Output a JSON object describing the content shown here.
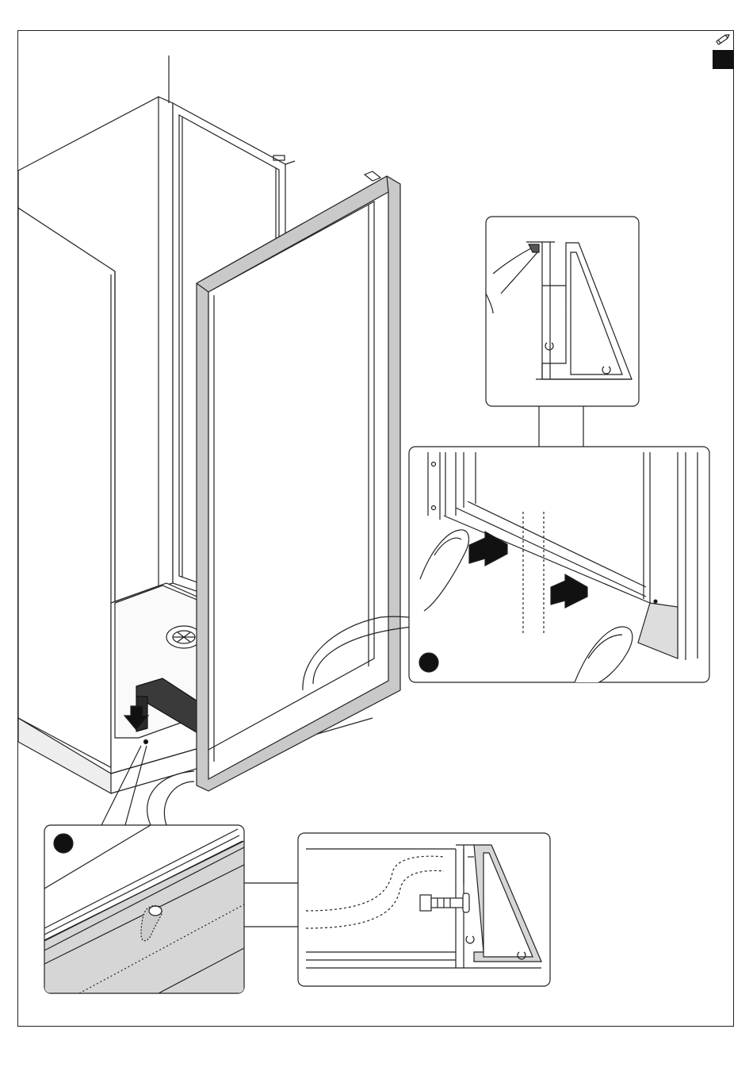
{
  "page": {
    "corner_icons": [
      "pencil-icon",
      "black-square-marker"
    ]
  },
  "illustration": {
    "main": "shower-enclosure-with-door-frame-and-spacers",
    "details": [
      "profile-cross-section-top",
      "sealant-application-detail-with-marker",
      "frame-hole-detail-with-marker",
      "profile-cross-section-with-screw"
    ]
  },
  "colors": {
    "line": "#222222",
    "frame_fill": "#c9c9c9",
    "spacer_fill": "#3a3a3a",
    "marker_fill": "#111111",
    "highlight_fill": "#d6d6d6"
  }
}
